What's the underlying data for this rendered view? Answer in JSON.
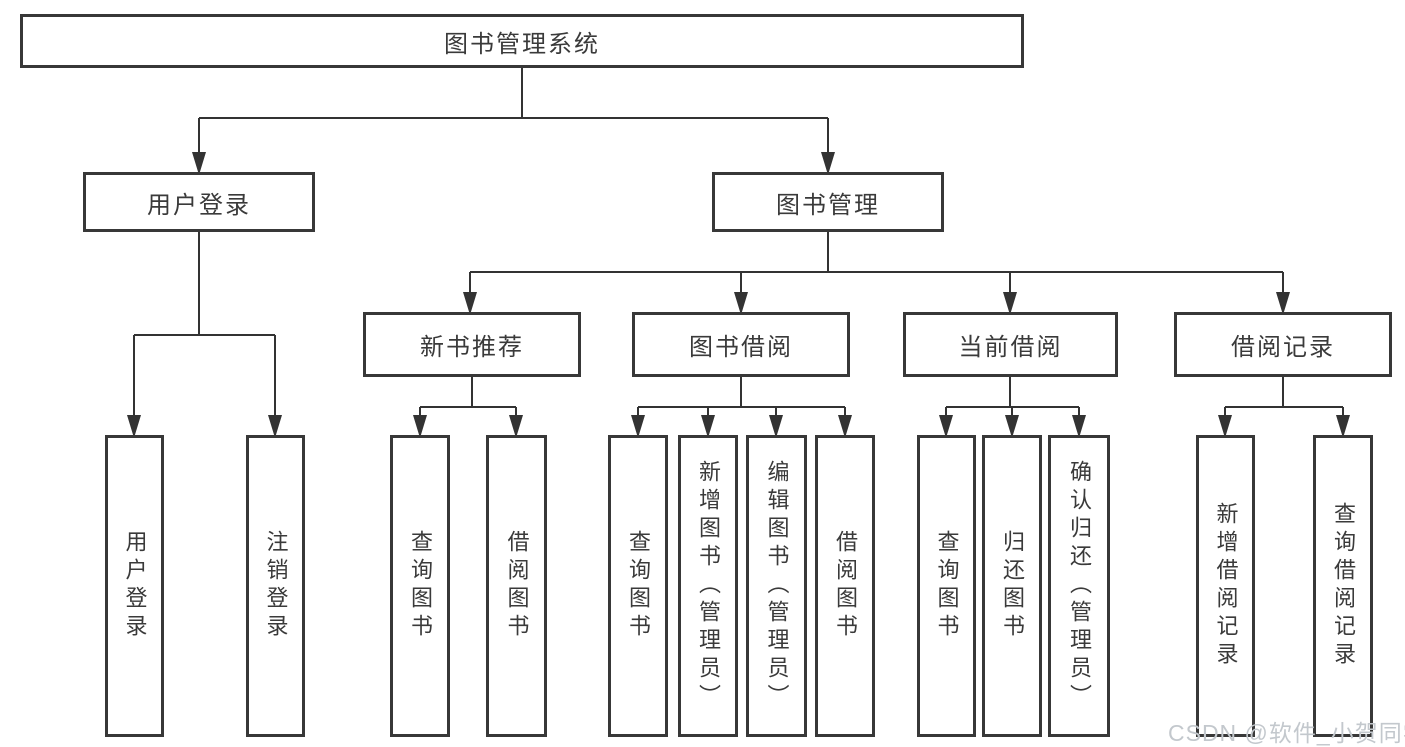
{
  "diagram": {
    "root": {
      "label": "图书管理系统"
    },
    "level2": [
      {
        "label": "用户登录"
      },
      {
        "label": "图书管理"
      }
    ],
    "level3": [
      {
        "label": "新书推荐"
      },
      {
        "label": "图书借阅"
      },
      {
        "label": "当前借阅"
      },
      {
        "label": "借阅记录"
      }
    ],
    "groups": [
      {
        "parent": "用户登录",
        "leaves": [
          "用户登录",
          "注销登录"
        ]
      },
      {
        "parent": "新书推荐",
        "leaves": [
          "查询图书",
          "借阅图书"
        ]
      },
      {
        "parent": "图书借阅",
        "leaves": [
          "查询图书",
          "新增图书（管理员）",
          "编辑图书（管理员）",
          "借阅图书"
        ]
      },
      {
        "parent": "当前借阅",
        "leaves": [
          "查询图书",
          "归还图书",
          "确认归还（管理员）"
        ]
      },
      {
        "parent": "借阅记录",
        "leaves": [
          "新增借阅记录",
          "查询借阅记录"
        ]
      }
    ]
  },
  "colors": {
    "box_border": "#383838",
    "connector_line": "#333333",
    "text": "#3a3a3a",
    "background": "#ffffff",
    "watermark": "#c3c8cd"
  },
  "watermark": "CSDN @软件_小贺同学"
}
